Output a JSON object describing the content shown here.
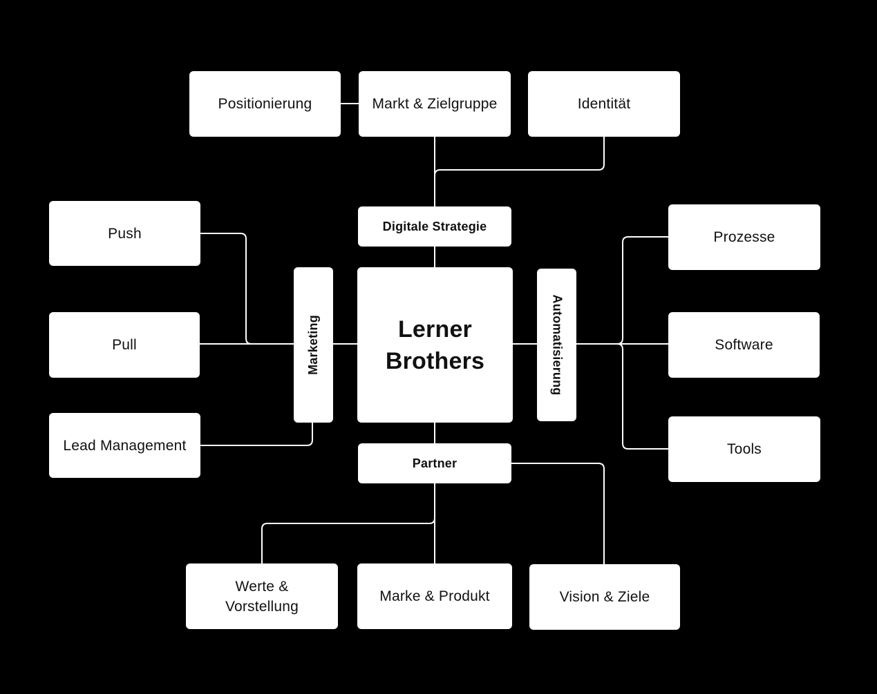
{
  "diagram": {
    "background_color": "#000000",
    "node_color": "#ffffff",
    "line_color": "#ffffff",
    "center": {
      "title_line1": "Lerner",
      "title_line2": "Brothers"
    },
    "hubs": {
      "digitale_strategie": "Digitale Strategie",
      "marketing": "Marketing",
      "automatisierung": "Automatisierung",
      "partner": "Partner"
    },
    "top": {
      "positionierung": "Positionierung",
      "markt_zielgruppe": "Markt & Zielgruppe",
      "identitaet": "Identität"
    },
    "left": {
      "push": "Push",
      "pull": "Pull",
      "lead_management": "Lead Management"
    },
    "right": {
      "prozesse": "Prozesse",
      "software": "Software",
      "tools": "Tools"
    },
    "bottom": {
      "werte_line1": "Werte &",
      "werte_line2": "Vorstellung",
      "marke_produkt": "Marke & Produkt",
      "vision_ziele": "Vision & Ziele"
    }
  }
}
